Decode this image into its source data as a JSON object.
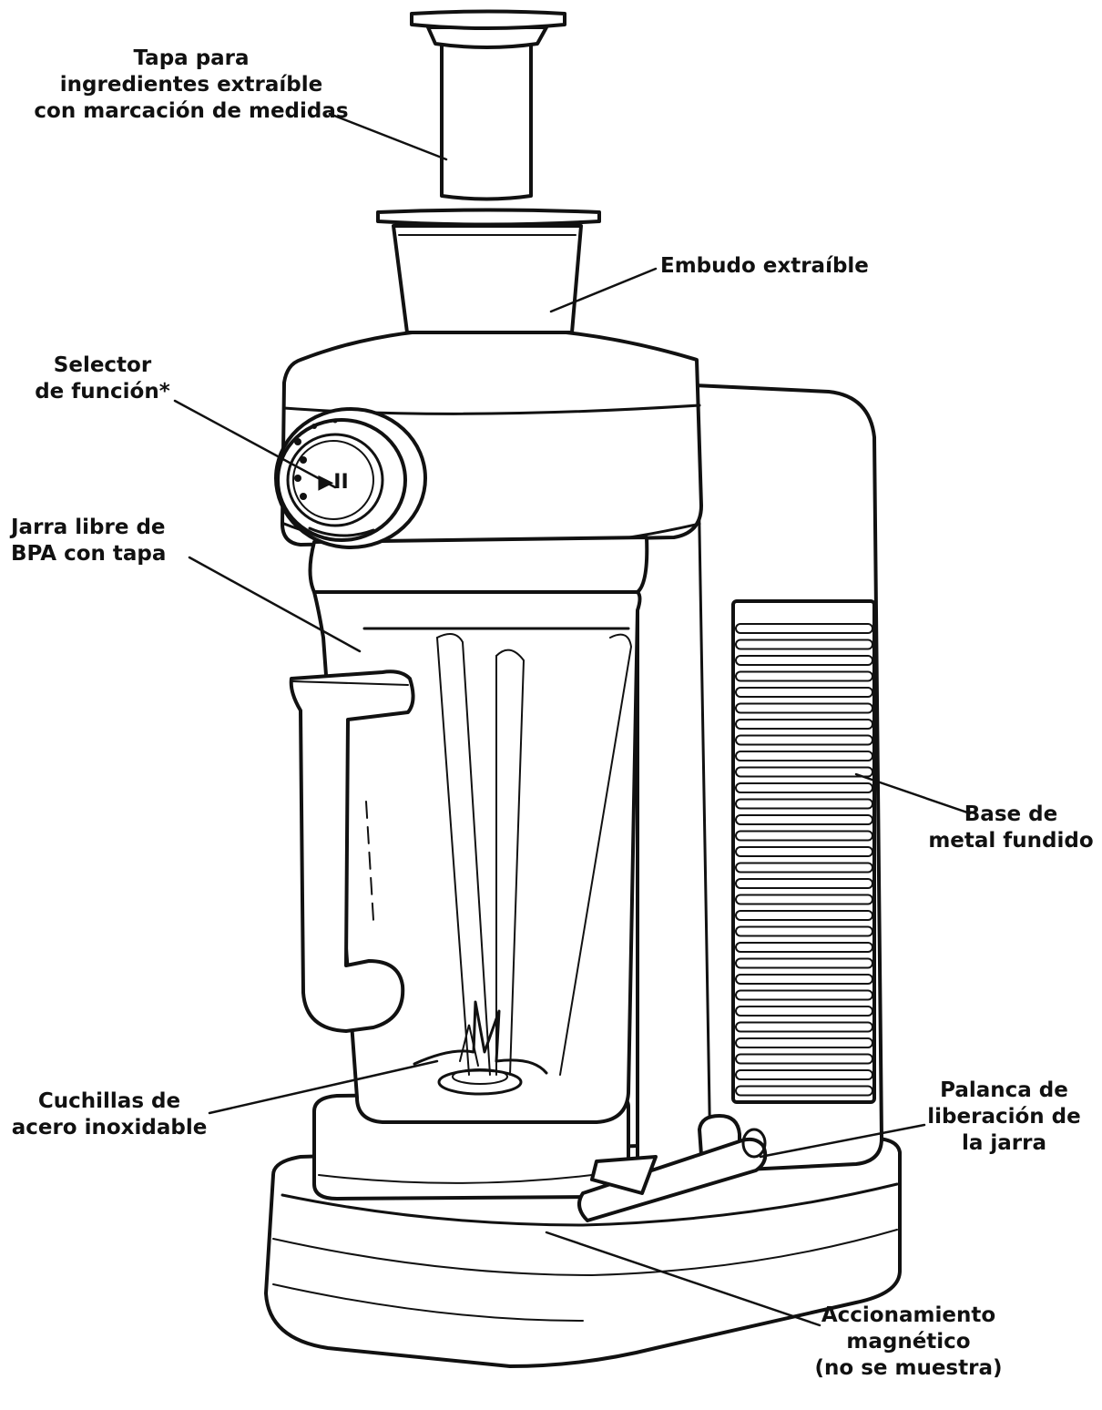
{
  "labels": {
    "ingredient_cap": [
      "Tapa para",
      "ingredientes extraíble",
      "con marcación de medidas"
    ],
    "funnel": [
      "Embudo extraíble"
    ],
    "function_selector": [
      "Selector",
      "de función*"
    ],
    "jar": [
      "Jarra libre de",
      "BPA con tapa"
    ],
    "base": [
      "Base de",
      "metal fundido"
    ],
    "blades": [
      "Cuchillas de",
      "acero inoxidable"
    ],
    "release_lever": [
      "Palanca de",
      "liberación de",
      "la jarra"
    ],
    "magnetic_drive": [
      "Accionamiento",
      "magnético",
      "(no se muestra)"
    ]
  },
  "dial": {
    "play_pause_symbol": "▶II"
  },
  "colors": {
    "line": "#111111",
    "background": "#ffffff"
  }
}
